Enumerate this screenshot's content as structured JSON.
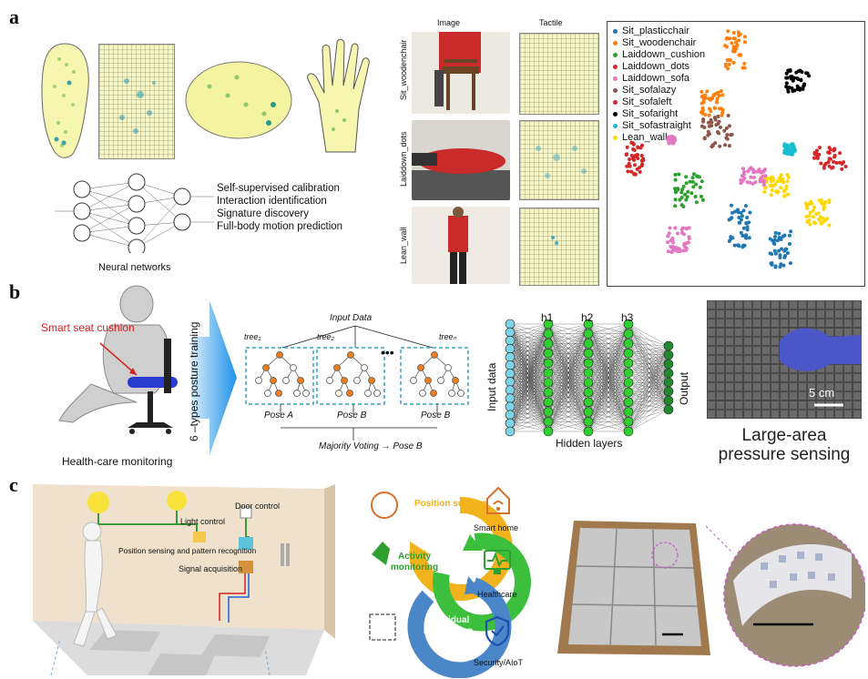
{
  "panels": {
    "a": {
      "letter": "a",
      "nn_label": "Neural networks",
      "capabilities": [
        "Self-supervised calibration",
        "Interaction identification",
        "Signature discovery",
        "Full-body motion prediction"
      ],
      "col_image": "Image",
      "col_tactile": "Tactile",
      "row_labels": [
        "Sit_woodenchair",
        "Laiddown_dots",
        "Lean_wall"
      ],
      "legend": [
        {
          "label": "Sit_plasticchair",
          "color": "#1f77b4"
        },
        {
          "label": "Sit_woodenchair",
          "color": "#ff7f0e"
        },
        {
          "label": "Laiddown_cushion",
          "color": "#2ca02c"
        },
        {
          "label": "Laiddown_dots",
          "color": "#d62728"
        },
        {
          "label": "Laiddown_sofa",
          "color": "#e377c2"
        },
        {
          "label": "Sit_sofalazy",
          "color": "#8c564b"
        },
        {
          "label": "Sit_sofaleft",
          "color": "#d6272b"
        },
        {
          "label": "Sit_sofaright",
          "color": "#000000"
        },
        {
          "label": "Sit_sofastraight",
          "color": "#17becf"
        },
        {
          "label": "Lean_wall",
          "color": "#ffd700"
        }
      ]
    },
    "b": {
      "letter": "b",
      "seat_label": "Smart seat cushion",
      "health_label": "Health-care monitoring",
      "training_label": "6 –types posture training",
      "input_data": "Input Data",
      "trees": [
        "tree₁",
        "tree₂",
        "treeₙ"
      ],
      "poses": [
        "Pose A",
        "Pose B",
        "Pose B"
      ],
      "majority": "Majority Voting",
      "majority_result": "Pose B",
      "nn_input": "Input data",
      "nn_output": "Output",
      "nn_layers": [
        "h1",
        "h2",
        "h3"
      ],
      "hidden_label": "Hidden layers",
      "scale_label": "5 cm",
      "sensing_label_1": "Large-area",
      "sensing_label_2": "pressure sensing"
    },
    "c": {
      "letter": "c",
      "door_control": "Door control",
      "light_control": "Light control",
      "position_label": "Position sensing and pattern recognition",
      "signal_label": "Signal acquisition",
      "cycle": [
        "Position sensing",
        "Activity monitoring",
        "Individual recognition"
      ],
      "apps": [
        "Smart home",
        "Healthcare",
        "Security/AIoT"
      ],
      "colors": {
        "position": "#f2b21b",
        "activity": "#3cbf3c",
        "individual": "#4a86c8"
      }
    }
  }
}
